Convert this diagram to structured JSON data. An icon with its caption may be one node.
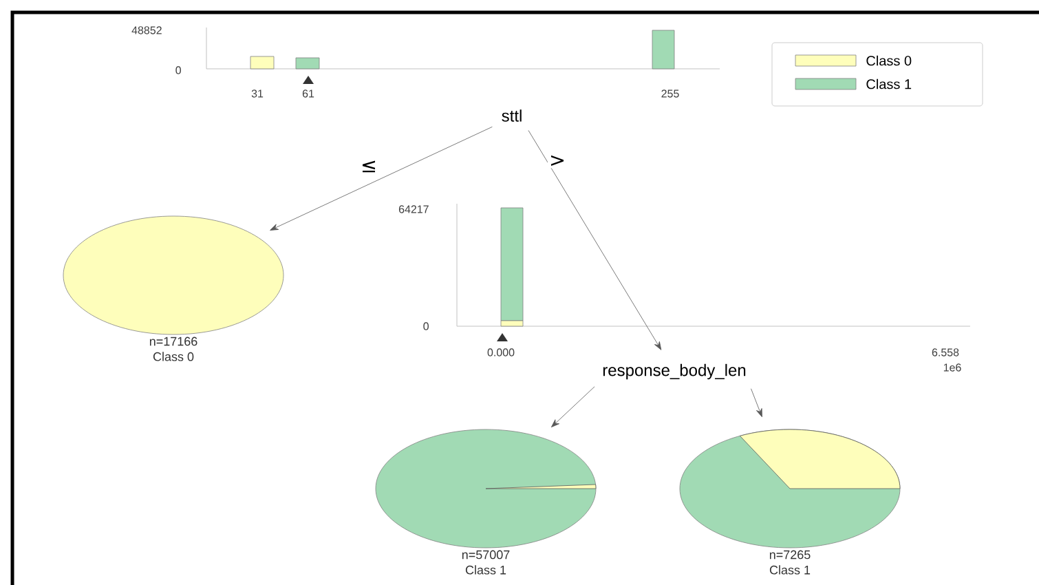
{
  "diagram": {
    "nodes": [
      {
        "text": [
          "sttl"
        ],
        "beside": [
          "48852",
          "0",
          "31",
          "61",
          "255"
        ]
      },
      {
        "text": [
          "n=17166",
          "Class 0"
        ]
      },
      {
        "text": [
          "response_body_len"
        ],
        "beside": [
          "64217",
          "0",
          "0.000",
          "6.558",
          "1e6"
        ]
      },
      {
        "text": [
          "n=57007",
          "Class 1"
        ]
      },
      {
        "text": [
          "n=7265",
          "Class 1"
        ]
      }
    ],
    "edges": [
      {
        "from": 0,
        "to": 1,
        "arrow": "to",
        "label": "≤"
      },
      {
        "from": 0,
        "to": 2,
        "arrow": "to",
        "label": ">"
      },
      {
        "from": 2,
        "to": 3,
        "arrow": "to"
      },
      {
        "from": 2,
        "to": 4,
        "arrow": "to"
      }
    ],
    "legend": [
      {
        "text": "Class 0",
        "color": "#fefebb"
      },
      {
        "text": "Class 1",
        "color": "#a1dab4"
      }
    ]
  }
}
